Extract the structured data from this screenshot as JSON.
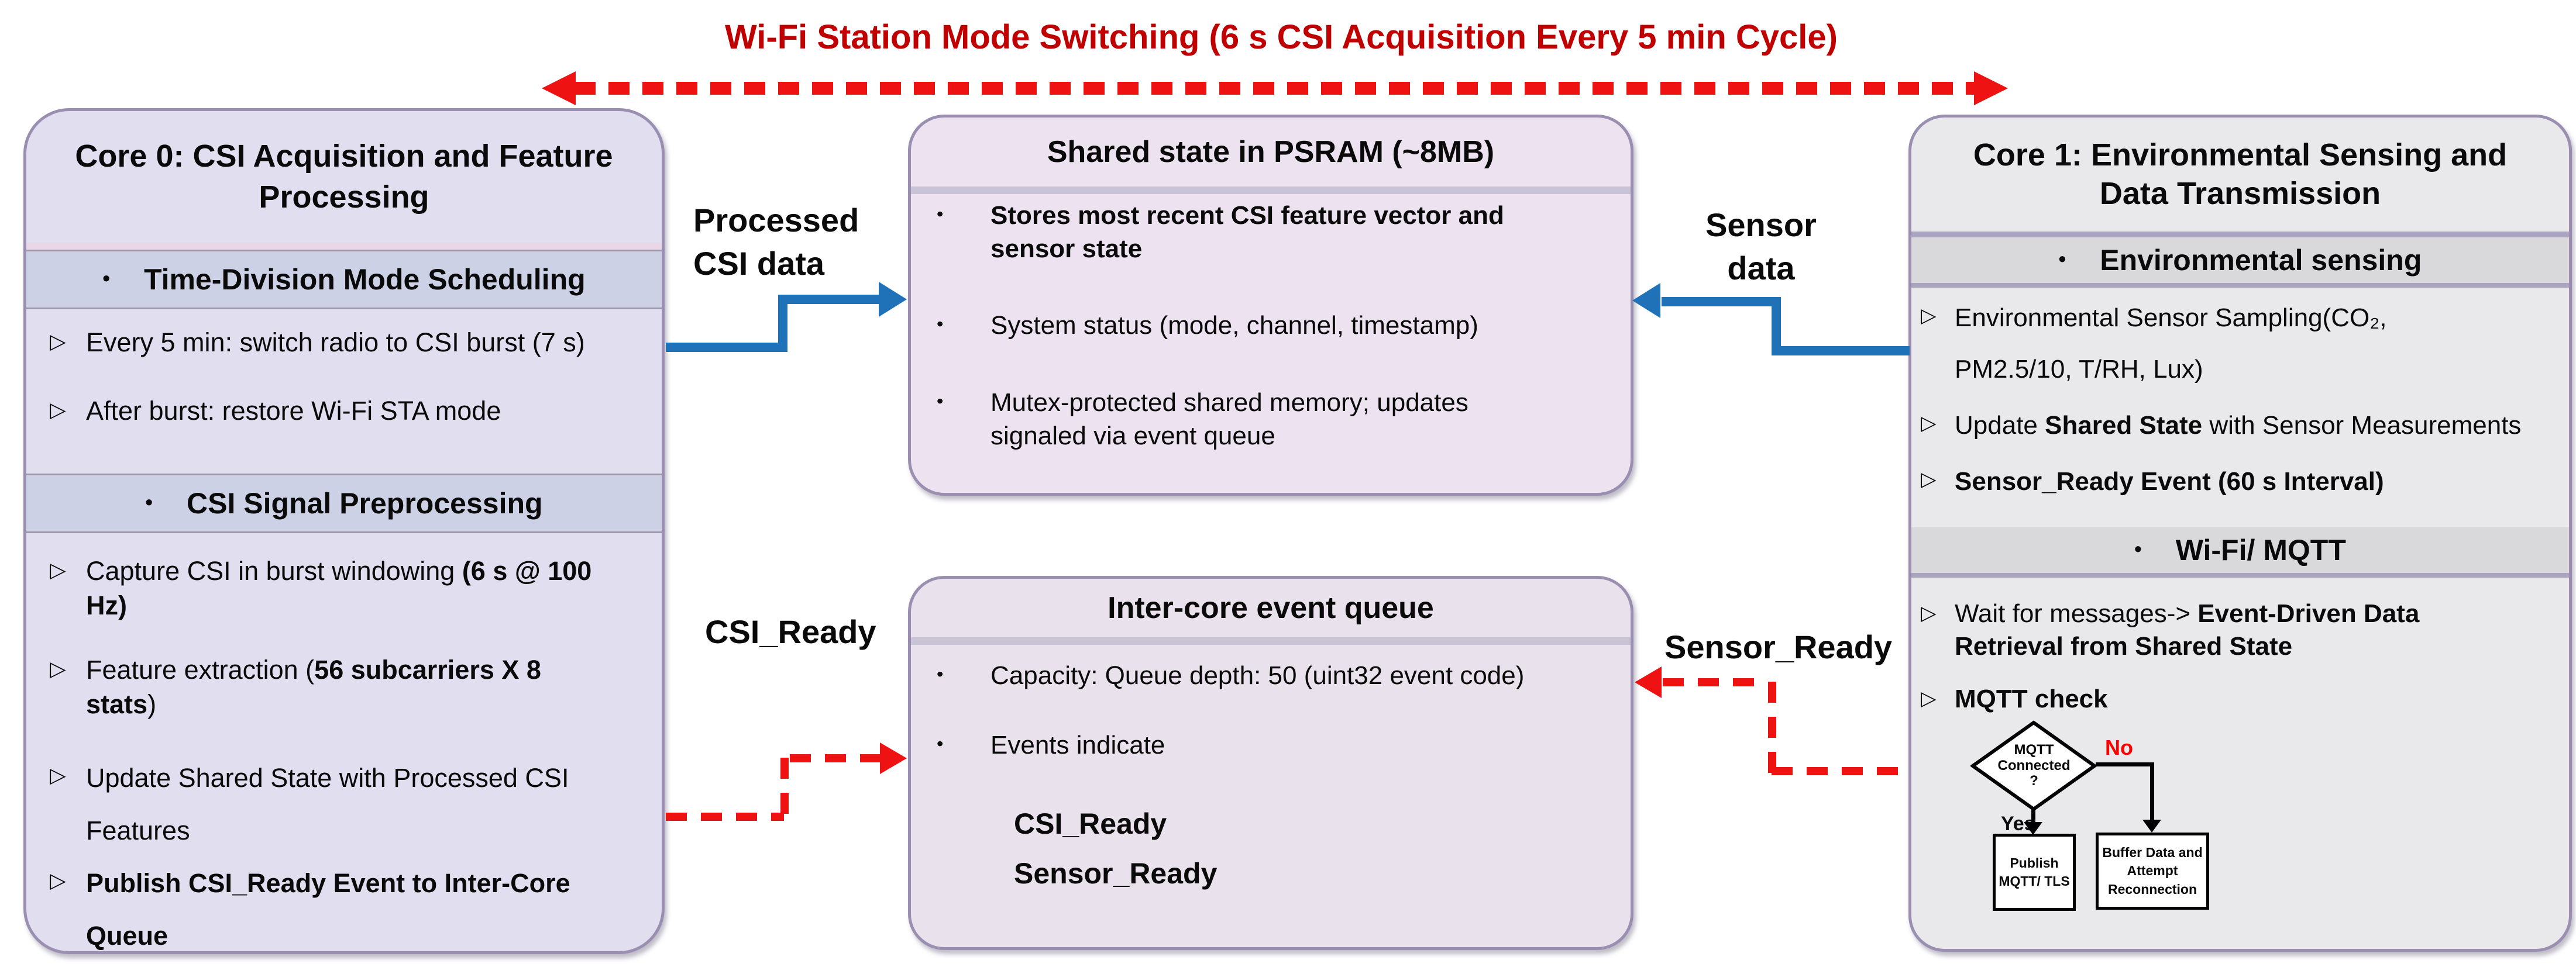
{
  "colors": {
    "banner_red": "#c00000",
    "arrow_red": "#ee1212",
    "arrow_blue": "#1f72b8",
    "core0_bg": "#e1def0",
    "core0_band": "#cdd1e5",
    "psram_bg": "#ece2f0",
    "queue_bg": "#e9e1eb",
    "core1_bg": "#e9e8ea",
    "core1_band": "#d9d8da",
    "box_border": "#9a8fb0",
    "divider_gray": "#9d97a8",
    "divider_purple": "#aaa3bf",
    "divider_pink": "#e9d7e7",
    "divider_lav": "#c9c3d6",
    "flow_no_red": "#ff0000",
    "text": "#0a0a0a"
  },
  "banner": {
    "title": "Wi-Fi Station Mode Switching (6 s CSI Acquisition Every 5 min Cycle)"
  },
  "core0": {
    "title": "Core 0: CSI Acquisition and Feature\nProcessing",
    "band1": {
      "bullet": "•",
      "label": "Time-Division Mode Scheduling"
    },
    "list1": [
      {
        "marker": "▷",
        "segments": [
          {
            "text": "Every 5 min: switch radio to CSI burst (7 s)"
          }
        ]
      },
      {
        "marker": "▷",
        "segments": [
          {
            "text": "After burst: restore Wi-Fi STA mode"
          }
        ]
      }
    ],
    "band2": {
      "bullet": "•",
      "label": "CSI Signal Preprocessing"
    },
    "list2": [
      {
        "marker": "▷",
        "segments": [
          {
            "text": "Capture CSI in burst windowing "
          },
          {
            "text": "(6 s @ 100",
            "bold": true
          },
          {
            "br": true
          },
          {
            "text": "Hz)",
            "bold": true
          }
        ]
      },
      {
        "marker": "▷",
        "segments": [
          {
            "text": "Feature extraction ("
          },
          {
            "text": "56 subcarriers X 8",
            "bold": true
          },
          {
            "br": true
          },
          {
            "text": "stats",
            "bold": true
          },
          {
            "text": ")"
          }
        ]
      },
      {
        "marker": "▷",
        "segments": [
          {
            "text": "Update Shared State with Processed CSI"
          },
          {
            "br": true
          },
          {
            "text": "Features"
          }
        ]
      },
      {
        "marker": "▷",
        "segments": [
          {
            "text": "Publish CSI_Ready Event to Inter-Core",
            "bold": true
          },
          {
            "br": true
          },
          {
            "text": "Queue",
            "bold": true
          }
        ]
      }
    ]
  },
  "psram": {
    "title": "Shared state in PSRAM (~8MB)",
    "items": [
      {
        "marker": "•",
        "segments": [
          {
            "text": "Stores most recent CSI feature vector and",
            "bold": true
          },
          {
            "br": true
          },
          {
            "text": "sensor state",
            "bold": true
          }
        ]
      },
      {
        "marker": "•",
        "segments": [
          {
            "text": "System status (mode, channel, timestamp)"
          }
        ]
      },
      {
        "marker": "•",
        "segments": [
          {
            "text": "Mutex-protected shared memory; updates"
          },
          {
            "br": true
          },
          {
            "text": "signaled via event queue"
          }
        ]
      }
    ]
  },
  "queue": {
    "title": "Inter-core event queue",
    "items": [
      {
        "marker": "•",
        "segments": [
          {
            "text": "Capacity: Queue depth: 50 (uint32 event code)"
          }
        ]
      },
      {
        "marker": "•",
        "segments": [
          {
            "text": "Events indicate"
          }
        ]
      }
    ],
    "events": [
      "CSI_Ready",
      "Sensor_Ready"
    ]
  },
  "core1": {
    "title": "Core 1: Environmental Sensing and\nData Transmission",
    "band1": {
      "bullet": "•",
      "label": "Environmental sensing"
    },
    "list1": [
      {
        "marker": "▷",
        "segments": [
          {
            "text": "Environmental Sensor Sampling(CO₂,"
          },
          {
            "br": true
          },
          {
            "text": "PM2.5/10, T/RH, Lux)"
          }
        ]
      },
      {
        "marker": "▷",
        "segments": [
          {
            "text": "Update "
          },
          {
            "text": "Shared State",
            "bold": true
          },
          {
            "text": " with Sensor Measurements"
          }
        ]
      },
      {
        "marker": "▷",
        "segments": [
          {
            "text": "Sensor_Ready Event (60 s Interval)",
            "bold": true
          }
        ]
      }
    ],
    "band2": {
      "bullet": "•",
      "label": "Wi-Fi/ MQTT"
    },
    "list2": [
      {
        "marker": "▷",
        "segments": [
          {
            "text": "Wait for messages-> "
          },
          {
            "text": "Event-Driven Data",
            "bold": true
          },
          {
            "br": true
          },
          {
            "text": "Retrieval from Shared State",
            "bold": true
          }
        ]
      },
      {
        "marker": "▷",
        "segments": [
          {
            "text": "MQTT check",
            "bold": true
          }
        ]
      }
    ],
    "flow": {
      "decision": "MQTT\nConnected\n?",
      "yes": "Yes",
      "no": "No",
      "publish": "Publish\nMQTT/ TLS",
      "buffer": "Buffer Data and\nAttempt\nReconnection"
    }
  },
  "connectors": {
    "processed_csi": "Processed\nCSI data",
    "sensor_data": "Sensor\ndata",
    "csi_ready": "CSI_Ready",
    "sensor_ready": "Sensor_Ready"
  }
}
